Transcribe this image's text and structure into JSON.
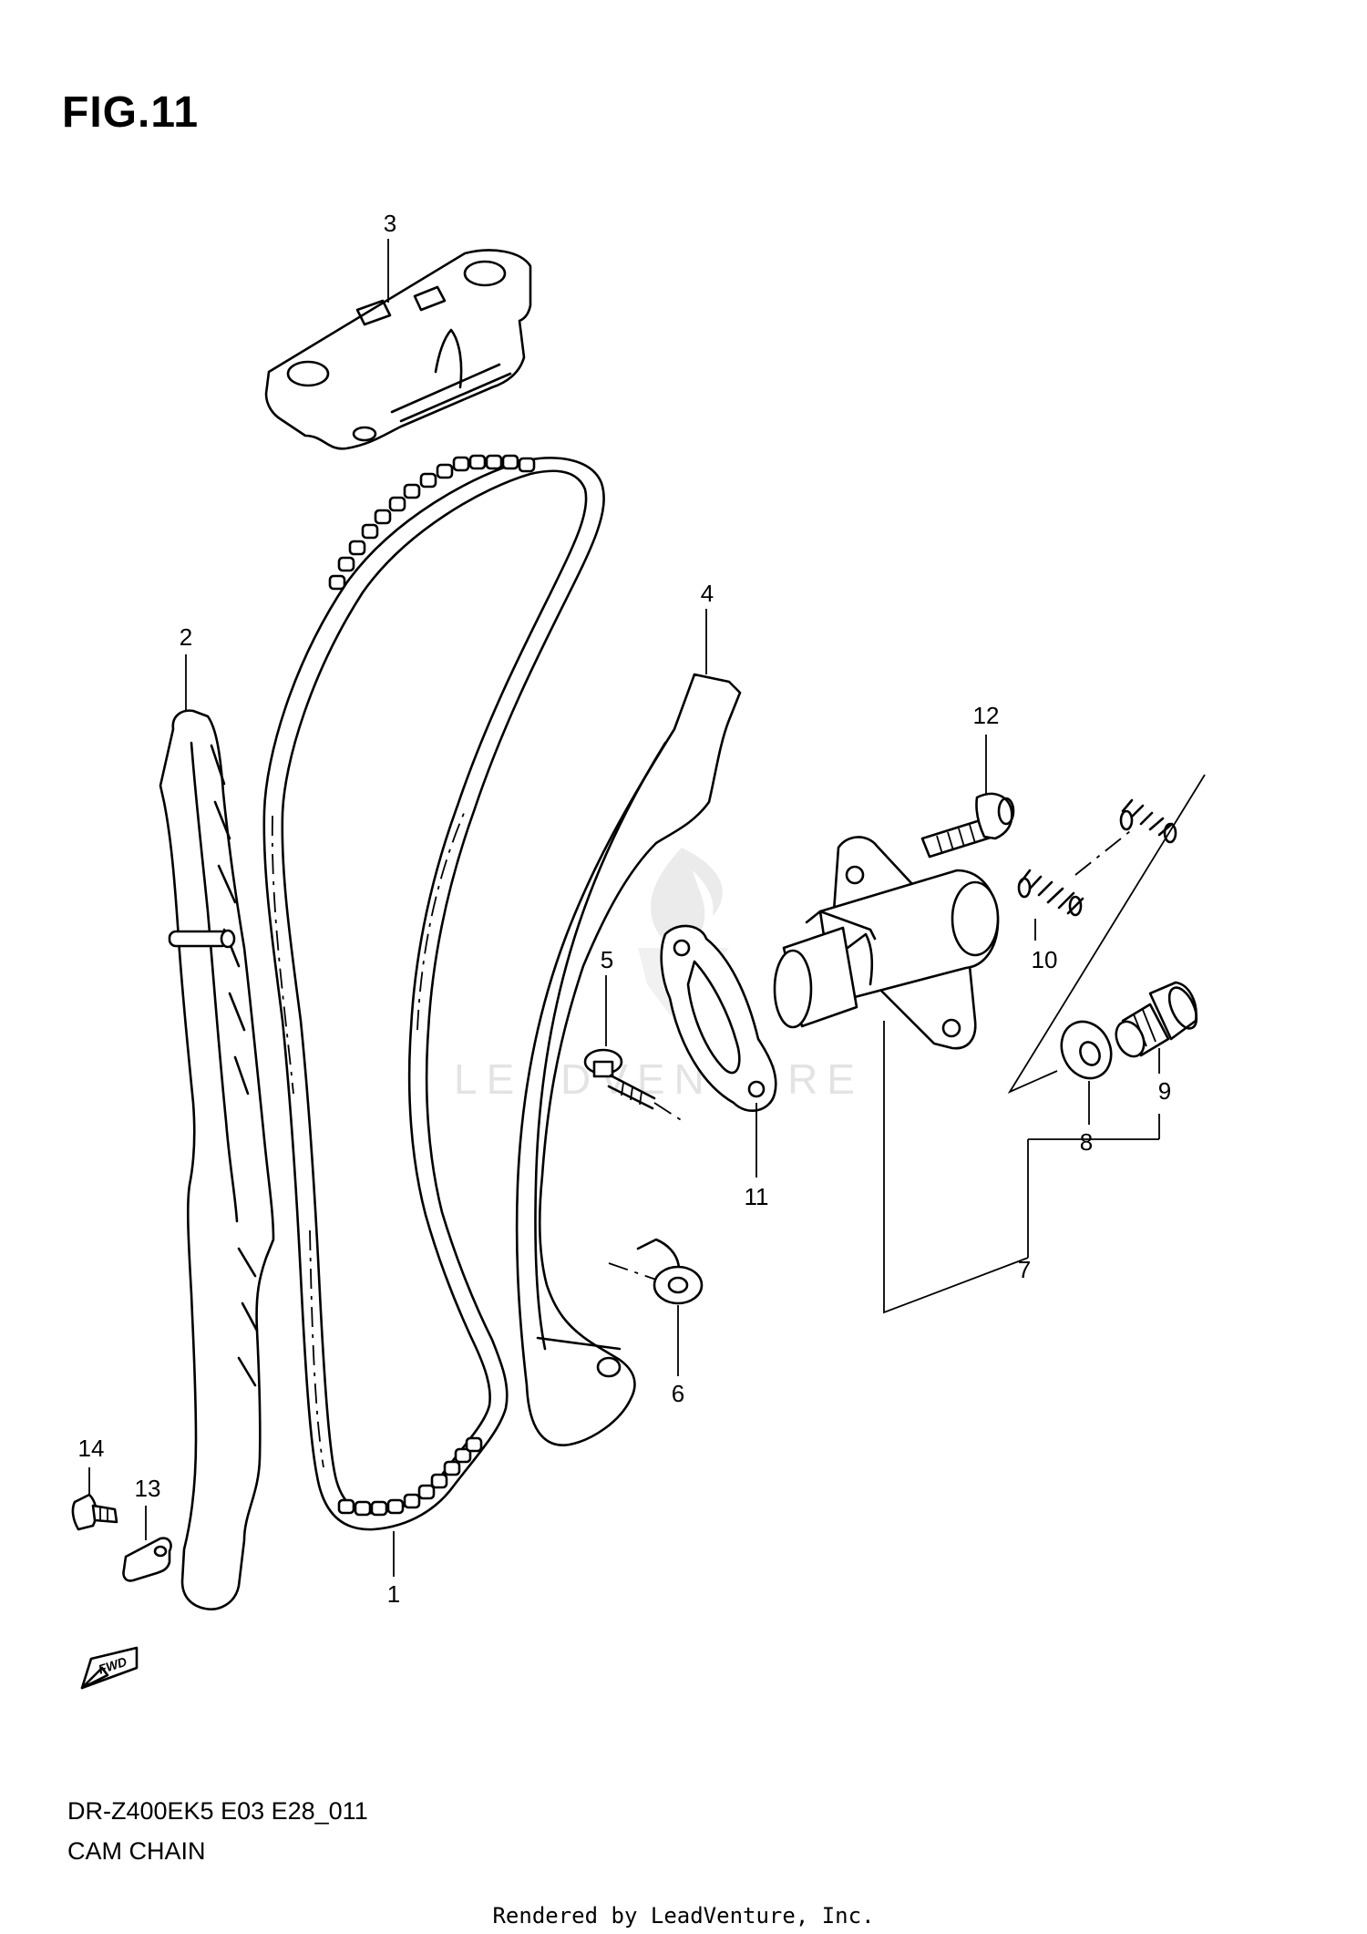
{
  "figure": {
    "title": "FIG.11",
    "model_code": "DR-Z400EK5 E03 E28_011",
    "section_name": "CAM CHAIN",
    "rendered_by": "Rendered by LeadVenture, Inc.",
    "watermark": "LEADVENTURE",
    "direction_marker": "FWD"
  },
  "callouts": [
    {
      "number": "1",
      "part": "cam chain"
    },
    {
      "number": "2",
      "part": "chain guide (rear)"
    },
    {
      "number": "3",
      "part": "upper chain guide"
    },
    {
      "number": "4",
      "part": "chain tensioner guide"
    },
    {
      "number": "5",
      "part": "bolt"
    },
    {
      "number": "6",
      "part": "washer"
    },
    {
      "number": "7",
      "part": "tensioner adjuster assembly"
    },
    {
      "number": "8",
      "part": "gasket washer"
    },
    {
      "number": "9",
      "part": "cap bolt"
    },
    {
      "number": "10",
      "part": "spring"
    },
    {
      "number": "11",
      "part": "gasket"
    },
    {
      "number": "12",
      "part": "bolt"
    },
    {
      "number": "13",
      "part": "retainer"
    },
    {
      "number": "14",
      "part": "screw"
    }
  ]
}
